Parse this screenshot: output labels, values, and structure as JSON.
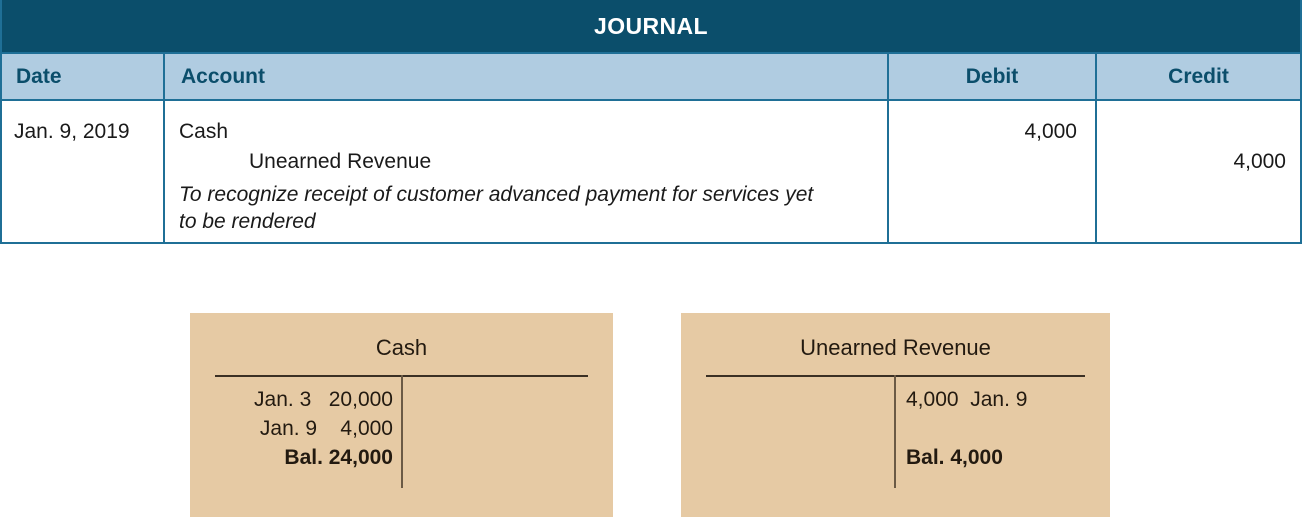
{
  "journal": {
    "title": "JOURNAL",
    "columns": {
      "date": "Date",
      "account": "Account",
      "debit": "Debit",
      "credit": "Credit"
    },
    "entry": {
      "date": "Jan. 9, 2019",
      "debit_account": "Cash",
      "credit_account": "Unearned Revenue",
      "memo": "To recognize receipt of customer advanced payment for services yet to be rendered",
      "debit_amount": "4,000",
      "credit_amount": "4,000"
    }
  },
  "t_accounts": [
    {
      "title": "Cash",
      "left_rows": [
        {
          "label": "Jan. 3",
          "amount": "20,000",
          "bold": false
        },
        {
          "label": "Jan. 9",
          "amount": "4,000",
          "bold": false
        },
        {
          "label": "Bal.",
          "amount": "24,000",
          "bold": true
        }
      ],
      "right_rows": [],
      "left_text": "Jan. 3   20,000",
      "left_text_2": "Jan. 9    4,000",
      "left_text_3": "Bal. 24,000"
    },
    {
      "title": "Unearned Revenue",
      "left_rows": [],
      "right_rows": [
        {
          "label": "Jan. 9",
          "amount": "4,000",
          "bold": false
        },
        {
          "label": "Bal.",
          "amount": "4,000",
          "bold": true
        }
      ],
      "right_text": "4,000  Jan. 9",
      "right_text_2": "Bal. 4,000"
    }
  ],
  "colors": {
    "title_bar": "#0b4e6b",
    "header_row": "#b0cce1",
    "border": "#1f6f96",
    "t_account_bg": "#e6caa4"
  }
}
